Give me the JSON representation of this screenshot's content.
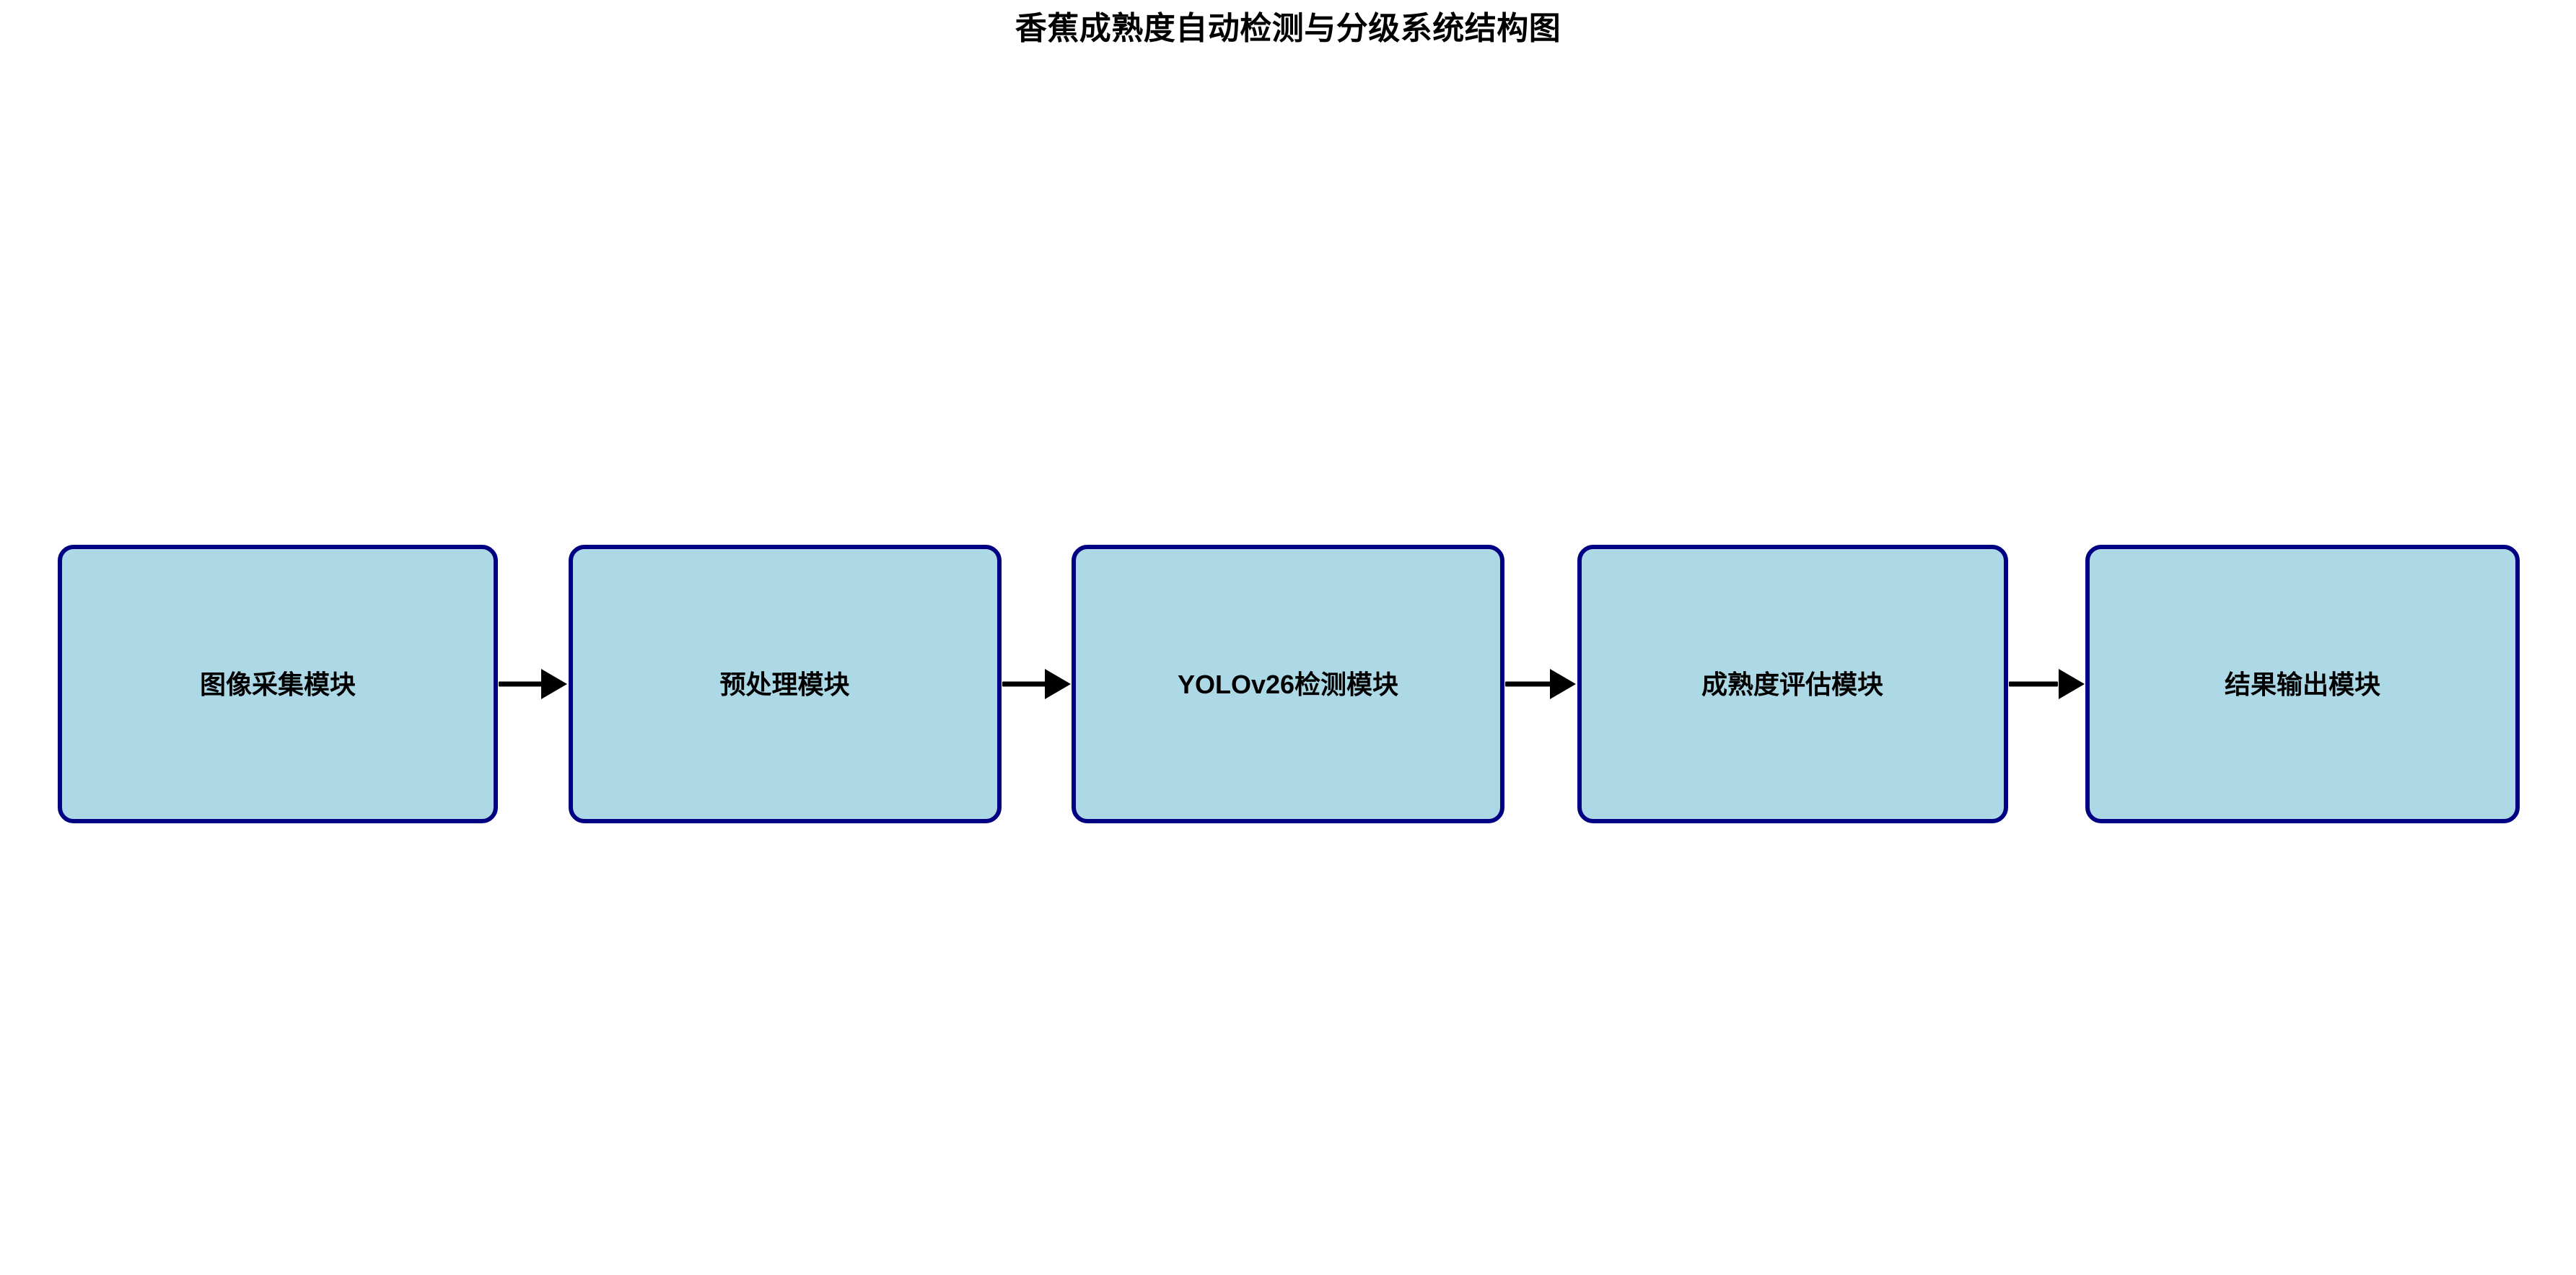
{
  "title": "香蕉成熟度自动检测与分级系统结构图",
  "colors": {
    "node_fill": "#ADD8E6",
    "node_border": "#000082",
    "arrow": "#000000",
    "text": "#000000",
    "background": "#FFFFFF"
  },
  "diagram": {
    "type": "flowchart",
    "direction": "left-to-right",
    "nodes": [
      {
        "id": "image-acquisition",
        "label": "图像采集模块"
      },
      {
        "id": "preprocessing",
        "label": "预处理模块"
      },
      {
        "id": "yolov26-detection",
        "label": "YOLOv26检测模块"
      },
      {
        "id": "ripeness-evaluation",
        "label": "成熟度评估模块"
      },
      {
        "id": "result-output",
        "label": "结果输出模块"
      }
    ],
    "edges": [
      {
        "from": "image-acquisition",
        "to": "preprocessing",
        "label": ""
      },
      {
        "from": "preprocessing",
        "to": "yolov26-detection",
        "label": ""
      },
      {
        "from": "yolov26-detection",
        "to": "ripeness-evaluation",
        "label": ""
      },
      {
        "from": "ripeness-evaluation",
        "to": "result-output",
        "label": ""
      }
    ]
  }
}
